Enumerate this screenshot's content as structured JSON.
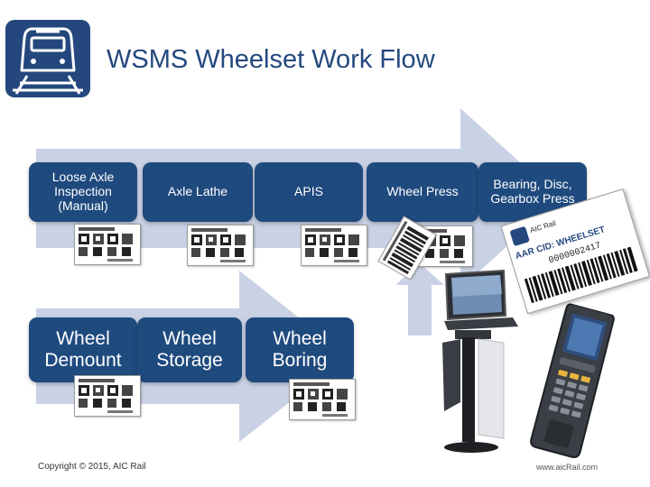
{
  "title": "WSMS Wheelset Work Flow",
  "colors": {
    "brand_blue": "#1f4a7e",
    "arrow_fill": "#c9d2e4"
  },
  "icons": [
    "train-logo-icon",
    "barcode-tag-icon",
    "kiosk-terminal-icon",
    "handheld-scanner-icon"
  ],
  "steps_row1": [
    {
      "label": "Loose Axle Inspection (Manual)"
    },
    {
      "label": "Axle Lathe"
    },
    {
      "label": "APIS"
    },
    {
      "label": "Wheel Press"
    },
    {
      "label": "Bearing, Disc, Gearbox Press"
    }
  ],
  "steps_row2": [
    {
      "label": "Wheel Demount"
    },
    {
      "label": "Wheel Storage"
    },
    {
      "label": "Wheel Boring"
    }
  ],
  "tag_label": {
    "brand": "AIC Rail",
    "title": "AAR CID: WHEELSET",
    "number": "0000002417"
  },
  "footer": {
    "copyright": "Copyright © 2015, AIC Rail",
    "url": "www.aicRail.com"
  }
}
